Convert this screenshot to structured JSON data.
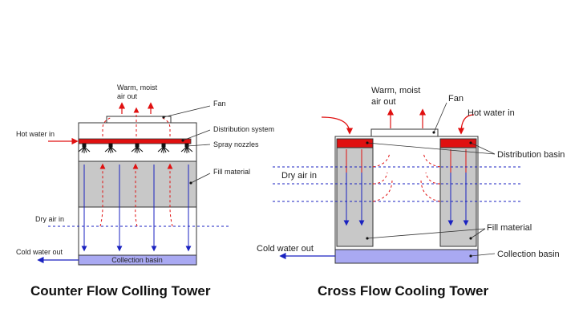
{
  "colors": {
    "hot": "#e01010",
    "cold": "#1a22c0",
    "fill": "#c8c8c8",
    "basin": "#a9a9f2",
    "outline": "#333333"
  },
  "counter_flow": {
    "caption": "Counter Flow Colling Tower",
    "labels": {
      "air_out_1": "Warm, moist",
      "air_out_2": "air out",
      "fan": "Fan",
      "hot_water_in": "Hot water in",
      "distribution_system": "Distribution system",
      "spray_nozzles": "Spray nozzles",
      "fill_material": "Fill material",
      "dry_air_in": "Dry air in",
      "cold_water_out": "Cold water out",
      "collection_basin": "Collection basin"
    }
  },
  "cross_flow": {
    "caption": "Cross Flow Cooling Tower",
    "labels": {
      "air_out_1": "Warm, moist",
      "air_out_2": "air out",
      "fan": "Fan",
      "hot_water_in": "Hot water in",
      "distribution_basin": "Distribution basin",
      "dry_air_in": "Dry air in",
      "fill_material": "Fill material",
      "cold_water_out": "Cold water out",
      "collection_basin": "Collection basin"
    }
  }
}
